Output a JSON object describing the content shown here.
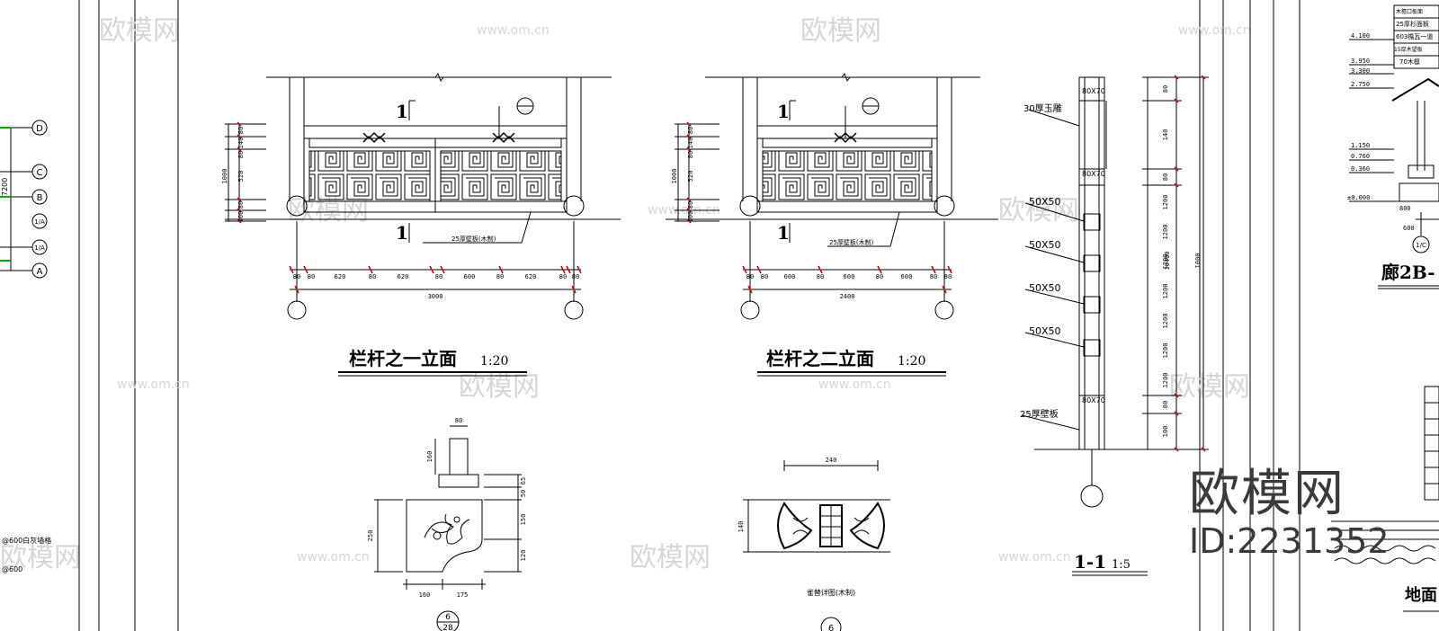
{
  "watermarks": {
    "site_text": "欧模网",
    "url_text": "www.om.cn"
  },
  "brand": {
    "logo_text": "欧模网",
    "id_text": "ID:2231352"
  },
  "left_panel": {
    "grid_axes": [
      "D",
      "C",
      "B",
      "1/A",
      "1/A",
      "A"
    ],
    "dim_7200": "7200",
    "note_1": "@600白灰墙格",
    "note_2": "@600"
  },
  "elevation_1": {
    "title": "栏杆之一立面",
    "scale": "1:20",
    "section_mark": "1",
    "callout_label": "25厚壁板(木制)",
    "total_dim": "3000",
    "height_dim": "1000",
    "left_dims": [
      "80",
      "140",
      "80",
      "520",
      "80",
      "100"
    ],
    "bottom_dims": [
      "80",
      "80",
      "620",
      "80",
      "620",
      "80",
      "600",
      "80",
      "620",
      "80",
      "80"
    ]
  },
  "elevation_2": {
    "title": "栏杆之二立面",
    "scale": "1:20",
    "section_mark": "1",
    "callout_label": "25厚壁板(木制)",
    "total_dim": "2400",
    "height_dim": "1000",
    "left_dims": [
      "80",
      "140",
      "80",
      "520",
      "80",
      "100"
    ],
    "bottom_dims": [
      "80",
      "80",
      "600",
      "80",
      "600",
      "80",
      "600",
      "80",
      "80"
    ]
  },
  "section_1_1": {
    "title": "1-1",
    "scale": "1:5",
    "labels": [
      "80X70",
      "80X70",
      "80X70",
      "30厚玉雕",
      "50X50",
      "50X50",
      "50X50",
      "50X50",
      "25厚壁板"
    ],
    "right_dims": [
      "80",
      "140",
      "80",
      "1200",
      "1200",
      "1200",
      "1200",
      "1200",
      "1200",
      "1200",
      "80",
      "100"
    ],
    "right_total": "1000",
    "mid_total": "10400"
  },
  "detail_base": {
    "dims_top": [
      "80",
      "160"
    ],
    "dims_right": [
      "65",
      "50",
      "150",
      "120"
    ],
    "dim_left": "250",
    "dims_bottom": [
      "160",
      "175"
    ],
    "ref_top": "6",
    "ref_bottom": "28"
  },
  "detail_carving": {
    "dim_width": "240",
    "dim_height": "140",
    "caption": "雀替详图(木制)",
    "ref": "6"
  },
  "right_section": {
    "layers": [
      "木檐口板面",
      "25厚杉面板",
      "603檐瓦一道",
      "15厚木望板",
      "70木檩"
    ],
    "elevations": [
      "4.100",
      "3.950",
      "3.300",
      "2.750",
      "1.150",
      "0.760",
      "0.360",
      "±0.000"
    ],
    "dim_bottom": [
      "800",
      "600"
    ],
    "axis": "1/C",
    "title": "廊2B-",
    "floor_title": "地面"
  }
}
